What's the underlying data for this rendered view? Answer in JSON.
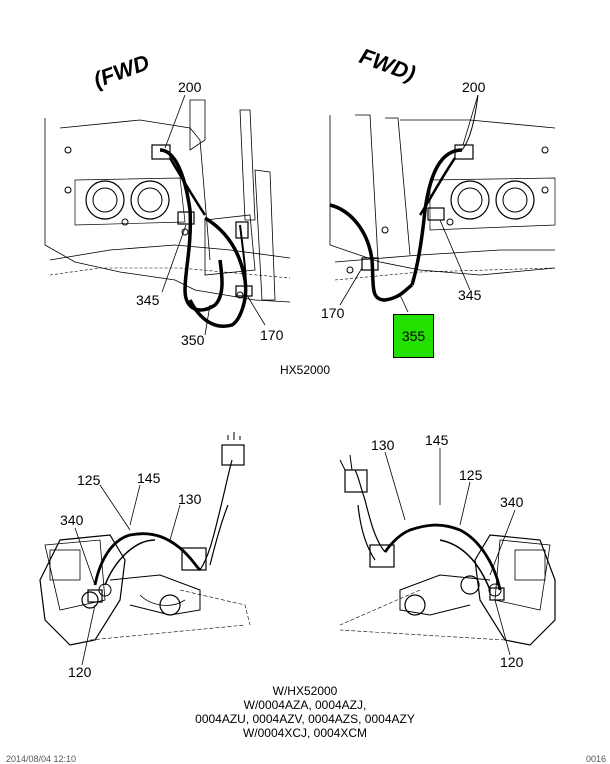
{
  "top_left": {
    "fwd_label": "(FWD",
    "callouts": {
      "c200": "200",
      "c345": "345",
      "c350": "350",
      "c170": "170"
    }
  },
  "top_right": {
    "fwd_label": "FWD)",
    "callouts": {
      "c200": "200",
      "c345": "345",
      "c170": "170",
      "c355": "355"
    },
    "highlight_color": "#22e000"
  },
  "top_caption": "HX52000",
  "bottom_left": {
    "callouts": {
      "c125": "125",
      "c145": "145",
      "c130": "130",
      "c340": "340",
      "c120": "120"
    }
  },
  "bottom_right": {
    "callouts": {
      "c130": "130",
      "c145": "145",
      "c125": "125",
      "c340": "340",
      "c120": "120"
    }
  },
  "caption_lines": [
    "W/HX52000",
    "W/0004AZA, 0004AZJ,",
    "0004AZU, 0004AZV, 0004AZS, 0004AZY",
    "W/0004XCJ, 0004XCM"
  ],
  "footer": {
    "left": "2014/08/04 12:10",
    "right": "0016"
  }
}
